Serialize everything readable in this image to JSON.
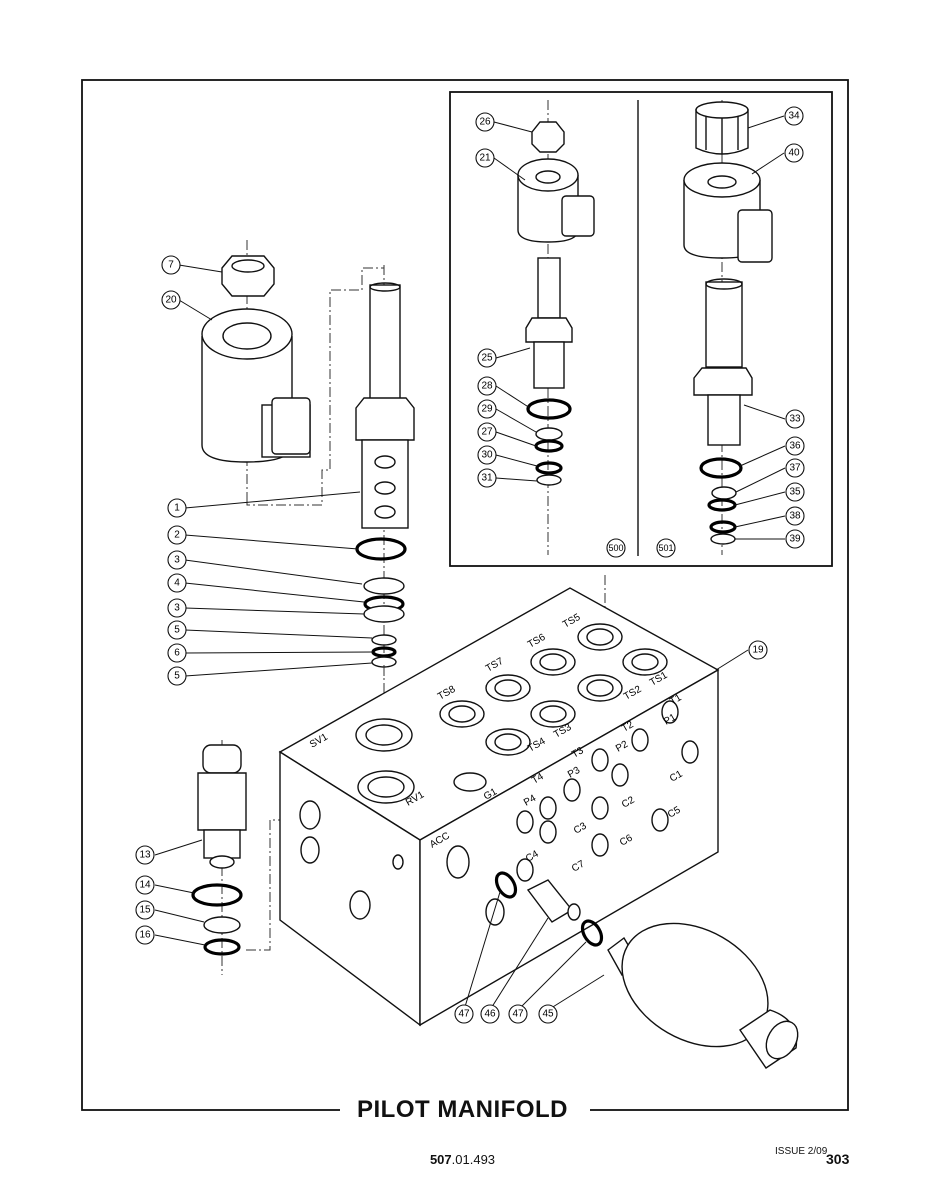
{
  "page": {
    "title": "PILOT MANIFOLD",
    "issue": "ISSUE 2/09",
    "page_number": "303",
    "doc_number_bold": "507",
    "doc_number_rest": ".01.493"
  },
  "inset": {
    "left_variant_label": "500",
    "right_variant_label": "501"
  },
  "manifold_port_labels": [
    "SV1",
    "TS8",
    "TS7",
    "TS6",
    "TS5",
    "TS4",
    "TS3",
    "TS2",
    "TS1",
    "T1",
    "T2",
    "T3",
    "T4",
    "P1",
    "P2",
    "P3",
    "P4",
    "C1",
    "C2",
    "C3",
    "C4",
    "C5",
    "C6",
    "C7",
    "RV1",
    "G1",
    "ACC"
  ],
  "callouts": [
    {
      "id": "c7",
      "label": "7"
    },
    {
      "id": "c20",
      "label": "20"
    },
    {
      "id": "c1",
      "label": "1"
    },
    {
      "id": "c2",
      "label": "2"
    },
    {
      "id": "c3a",
      "label": "3"
    },
    {
      "id": "c4",
      "label": "4"
    },
    {
      "id": "c3b",
      "label": "3"
    },
    {
      "id": "c5a",
      "label": "5"
    },
    {
      "id": "c6",
      "label": "6"
    },
    {
      "id": "c5b",
      "label": "5"
    },
    {
      "id": "c13",
      "label": "13"
    },
    {
      "id": "c14",
      "label": "14"
    },
    {
      "id": "c15",
      "label": "15"
    },
    {
      "id": "c16",
      "label": "16"
    },
    {
      "id": "c19",
      "label": "19"
    },
    {
      "id": "c47a",
      "label": "47"
    },
    {
      "id": "c46",
      "label": "46"
    },
    {
      "id": "c47b",
      "label": "47"
    },
    {
      "id": "c45",
      "label": "45"
    },
    {
      "id": "c26",
      "label": "26"
    },
    {
      "id": "c21",
      "label": "21"
    },
    {
      "id": "c25",
      "label": "25"
    },
    {
      "id": "c28",
      "label": "28"
    },
    {
      "id": "c29",
      "label": "29"
    },
    {
      "id": "c27",
      "label": "27"
    },
    {
      "id": "c30",
      "label": "30"
    },
    {
      "id": "c31",
      "label": "31"
    },
    {
      "id": "c34",
      "label": "34"
    },
    {
      "id": "c40",
      "label": "40"
    },
    {
      "id": "c33",
      "label": "33"
    },
    {
      "id": "c36",
      "label": "36"
    },
    {
      "id": "c37",
      "label": "37"
    },
    {
      "id": "c35",
      "label": "35"
    },
    {
      "id": "c38",
      "label": "38"
    },
    {
      "id": "c39",
      "label": "39"
    }
  ]
}
